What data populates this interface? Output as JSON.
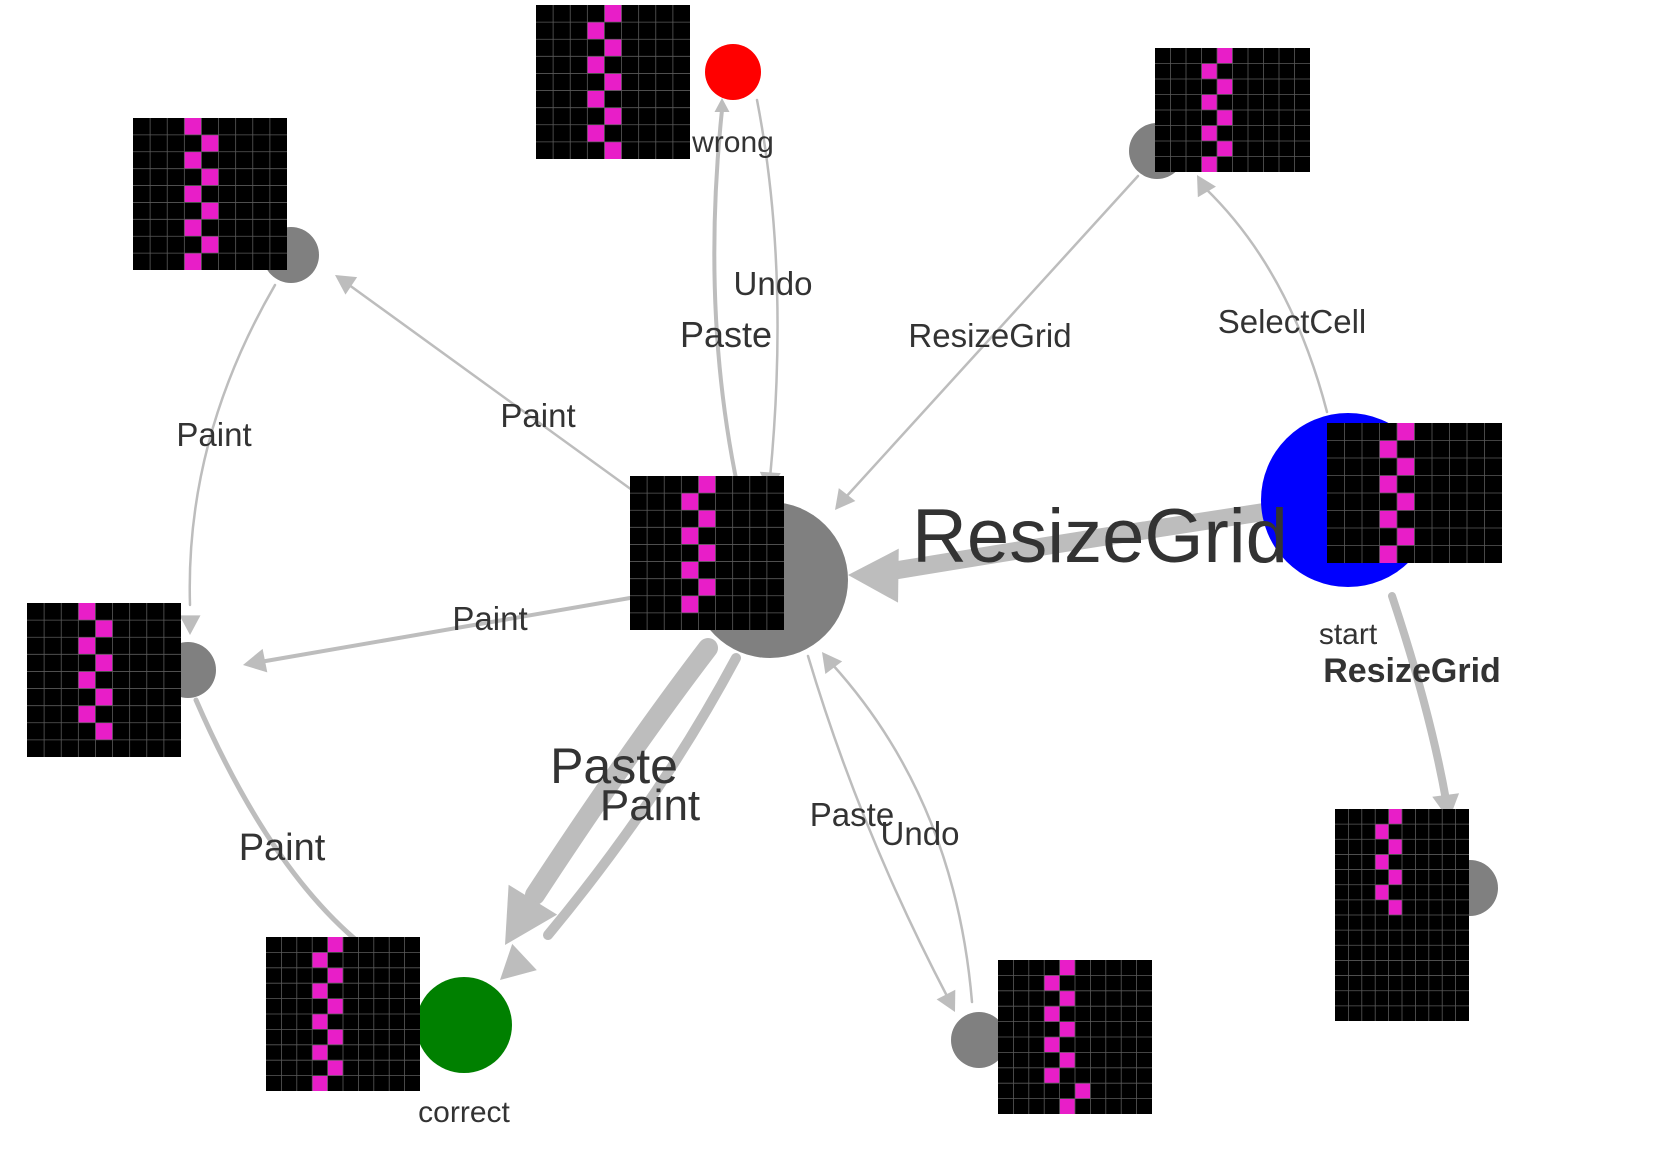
{
  "colors": {
    "background": "#ffffff",
    "edge": "#bdbdbd",
    "node_default": "#808080",
    "node_start": "#0000ff",
    "node_wrong": "#ff0000",
    "node_correct": "#008000",
    "cell_filled": "#e81ec8",
    "cell_empty": "#000000",
    "cell_grid": "#5a5a5a",
    "text": "#333333"
  },
  "nodes": [
    {
      "id": "center",
      "label": "",
      "color": "node_default",
      "grid": {
        "rows": 9,
        "cols": 9,
        "filled": [
          [
            0,
            4
          ],
          [
            1,
            3
          ],
          [
            2,
            4
          ],
          [
            3,
            3
          ],
          [
            4,
            4
          ],
          [
            5,
            3
          ],
          [
            6,
            4
          ],
          [
            7,
            3
          ]
        ]
      }
    },
    {
      "id": "start",
      "label": "start",
      "sublabel": "ResizeGrid",
      "color": "node_start",
      "grid": {
        "rows": 8,
        "cols": 10,
        "filled": [
          [
            0,
            4
          ],
          [
            1,
            3
          ],
          [
            2,
            4
          ],
          [
            3,
            3
          ],
          [
            4,
            4
          ],
          [
            5,
            3
          ],
          [
            6,
            4
          ],
          [
            7,
            3
          ]
        ]
      }
    },
    {
      "id": "wrong",
      "label": "wrong",
      "color": "node_wrong",
      "grid": {
        "rows": 9,
        "cols": 9,
        "filled": [
          [
            0,
            4
          ],
          [
            1,
            3
          ],
          [
            2,
            4
          ],
          [
            3,
            3
          ],
          [
            4,
            4
          ],
          [
            5,
            3
          ],
          [
            6,
            4
          ],
          [
            7,
            3
          ],
          [
            8,
            4
          ]
        ]
      }
    },
    {
      "id": "correct",
      "label": "correct",
      "color": "node_correct",
      "grid": {
        "rows": 10,
        "cols": 10,
        "filled": [
          [
            0,
            4
          ],
          [
            1,
            3
          ],
          [
            2,
            4
          ],
          [
            3,
            3
          ],
          [
            4,
            4
          ],
          [
            5,
            3
          ],
          [
            6,
            4
          ],
          [
            7,
            3
          ],
          [
            8,
            4
          ],
          [
            9,
            3
          ]
        ]
      }
    },
    {
      "id": "top-right",
      "label": "",
      "color": "node_default",
      "grid": {
        "rows": 8,
        "cols": 10,
        "filled": [
          [
            0,
            4
          ],
          [
            1,
            3
          ],
          [
            2,
            4
          ],
          [
            3,
            3
          ],
          [
            4,
            4
          ],
          [
            5,
            3
          ],
          [
            6,
            4
          ],
          [
            7,
            3
          ]
        ]
      }
    },
    {
      "id": "upper-left",
      "label": "",
      "color": "node_default",
      "grid": {
        "rows": 9,
        "cols": 9,
        "filled": [
          [
            0,
            3
          ],
          [
            1,
            4
          ],
          [
            2,
            3
          ],
          [
            3,
            4
          ],
          [
            4,
            3
          ],
          [
            5,
            4
          ],
          [
            6,
            3
          ],
          [
            7,
            4
          ],
          [
            8,
            3
          ]
        ]
      }
    },
    {
      "id": "left",
      "label": "",
      "color": "node_default",
      "grid": {
        "rows": 9,
        "cols": 9,
        "filled": [
          [
            0,
            3
          ],
          [
            1,
            4
          ],
          [
            2,
            3
          ],
          [
            3,
            4
          ],
          [
            4,
            3
          ],
          [
            5,
            4
          ],
          [
            6,
            3
          ],
          [
            7,
            4
          ]
        ]
      }
    },
    {
      "id": "bottom-mid",
      "label": "",
      "color": "node_default",
      "grid": {
        "rows": 10,
        "cols": 10,
        "filled": [
          [
            0,
            4
          ],
          [
            1,
            3
          ],
          [
            2,
            4
          ],
          [
            3,
            3
          ],
          [
            4,
            4
          ],
          [
            5,
            3
          ],
          [
            6,
            4
          ],
          [
            7,
            3
          ],
          [
            8,
            5
          ],
          [
            9,
            4
          ]
        ]
      }
    },
    {
      "id": "bottom-right",
      "label": "",
      "color": "node_default",
      "grid": {
        "rows": 14,
        "cols": 10,
        "filled": [
          [
            0,
            4
          ],
          [
            1,
            3
          ],
          [
            2,
            4
          ],
          [
            3,
            3
          ],
          [
            4,
            4
          ],
          [
            5,
            3
          ],
          [
            6,
            4
          ]
        ]
      }
    }
  ],
  "edges": [
    {
      "id": "start-center",
      "from": "start",
      "to": "center",
      "label": "ResizeGrid",
      "weight": "heavy"
    },
    {
      "id": "start-topright",
      "from": "start",
      "to": "top-right",
      "label": "SelectCell",
      "weight": "light"
    },
    {
      "id": "topright-center",
      "from": "top-right",
      "to": "center",
      "label": "ResizeGrid",
      "weight": "light"
    },
    {
      "id": "start-bottomright",
      "from": "start",
      "to": "bottom-right",
      "label": "ResizeGrid",
      "weight": "medium"
    },
    {
      "id": "center-wrong",
      "from": "center",
      "to": "wrong",
      "label": "Paste",
      "weight": "light"
    },
    {
      "id": "wrong-center",
      "from": "wrong",
      "to": "center",
      "label": "Undo",
      "weight": "light"
    },
    {
      "id": "center-upperleft",
      "from": "center",
      "to": "upper-left",
      "label": "Paint",
      "weight": "light"
    },
    {
      "id": "upperleft-left",
      "from": "upper-left",
      "to": "left",
      "label": "Paint",
      "weight": "light"
    },
    {
      "id": "center-left",
      "from": "center",
      "to": "left",
      "label": "Paint",
      "weight": "light"
    },
    {
      "id": "left-correct",
      "from": "left",
      "to": "correct",
      "label": "Paint",
      "weight": "light"
    },
    {
      "id": "center-correct-paste",
      "from": "center",
      "to": "correct",
      "label": "Paste",
      "weight": "heavy"
    },
    {
      "id": "center-correct-paint",
      "from": "center",
      "to": "correct",
      "label": "Paint",
      "weight": "medium"
    },
    {
      "id": "center-bottommid",
      "from": "center",
      "to": "bottom-mid",
      "label": "Paste",
      "weight": "light"
    },
    {
      "id": "bottommid-center",
      "from": "bottom-mid",
      "to": "center",
      "label": "Undo",
      "weight": "light"
    }
  ]
}
